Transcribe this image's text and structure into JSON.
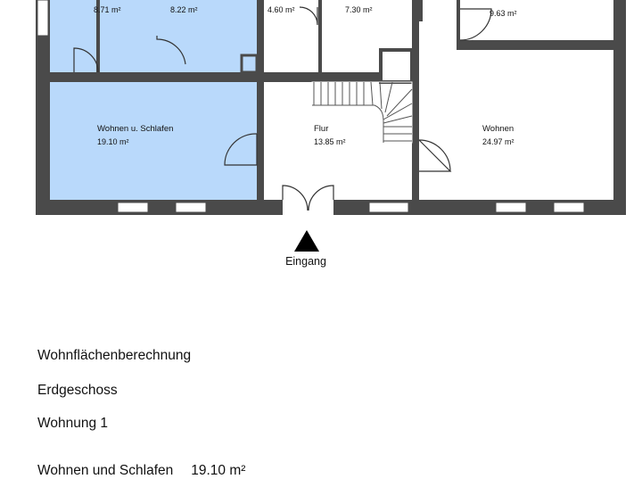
{
  "rooms": [
    {
      "id": "room-a",
      "name": "",
      "area": "8.71 m²",
      "highlighted": true
    },
    {
      "id": "room-b",
      "name": "",
      "area": "8.22 m²",
      "highlighted": true
    },
    {
      "id": "room-c",
      "name": "",
      "area": "4.60 m²",
      "highlighted": false
    },
    {
      "id": "room-d",
      "name": "",
      "area": "7.30 m²",
      "highlighted": false
    },
    {
      "id": "room-e",
      "name": "",
      "area": "9.63 m²",
      "highlighted": false
    },
    {
      "id": "room-wohnen-schlafen",
      "name": "Wohnen u. Schlafen",
      "area": "19.10 m²",
      "highlighted": true
    },
    {
      "id": "room-flur",
      "name": "Flur",
      "area": "13.85 m²",
      "highlighted": false
    },
    {
      "id": "room-wohnen",
      "name": "Wohnen",
      "area": "24.97 m²",
      "highlighted": false
    }
  ],
  "entrance_label": "Eingang",
  "colors": {
    "wall": "#4a4a4a",
    "highlight_fill": "#b9d9fb",
    "window": "#ffffff",
    "stair_line": "#555555"
  },
  "calculation": {
    "title": "Wohnflächenberechnung",
    "floor": "Erdgeschoss",
    "unit": "Wohnung 1",
    "rows": [
      {
        "label": "Wohnen und Schlafen",
        "value": "19.10 m²"
      }
    ]
  }
}
